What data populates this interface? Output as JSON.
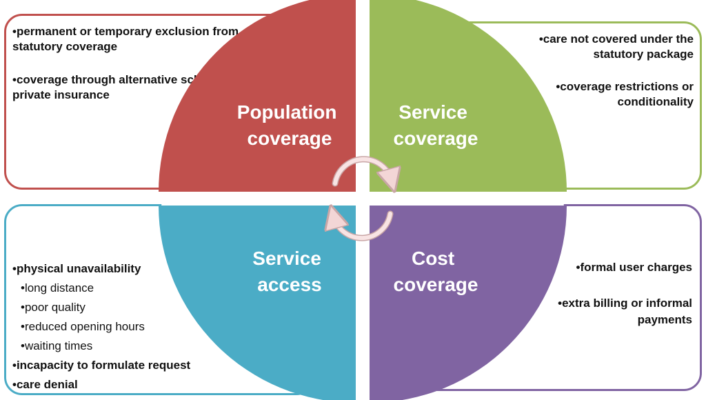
{
  "quadrants": {
    "population": {
      "title_line1": "Population",
      "title_line2": "coverage",
      "color": "#c0504d",
      "items": [
        "permanent or temporary exclusion from statutory coverage",
        "coverage through alternative schemes or private insurance"
      ]
    },
    "service_coverage": {
      "title_line1": "Service",
      "title_line2": "coverage",
      "color": "#9bbb59",
      "items": [
        "care not covered under the statutory package",
        "coverage restrictions or conditionality"
      ]
    },
    "service_access": {
      "title_line1": "Service",
      "title_line2": "access",
      "color": "#4bacc6",
      "items": [
        "physical unavailability",
        "long distance",
        "poor quality",
        "reduced  opening hours",
        "waiting times",
        "incapacity to formulate request",
        "care denial"
      ]
    },
    "cost_coverage": {
      "title_line1": "Cost",
      "title_line2": "coverage",
      "color": "#8064a2",
      "items": [
        "formal user charges",
        "extra billing or informal payments"
      ]
    }
  }
}
